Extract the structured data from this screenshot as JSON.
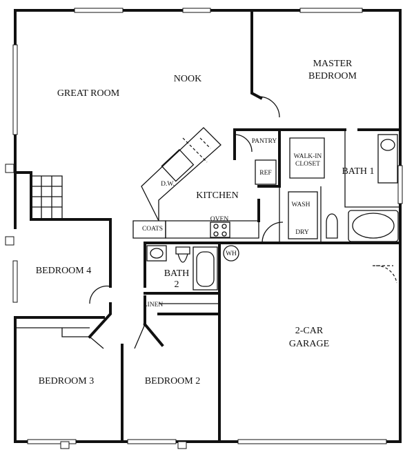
{
  "rooms": {
    "great_room": "GREAT ROOM",
    "nook": "NOOK",
    "master_line1": "MASTER",
    "master_line2": "BEDROOM",
    "pantry": "PANTRY",
    "walkin_line1": "WALK-IN",
    "walkin_line2": "CLOSET",
    "ref": "REF",
    "bath1": "BATH 1",
    "dw": "D.W.",
    "kitchen": "KITCHEN",
    "wash": "WASH",
    "dry": "DRY",
    "oven": "OVEN",
    "coats": "COATS",
    "bedroom4": "BEDROOM 4",
    "bath2_line1": "BATH",
    "bath2_line2": "2",
    "wh": "WH",
    "linen": "LINEN",
    "garage_line1": "2-CAR",
    "garage_line2": "GARAGE",
    "bedroom3": "BEDROOM 3",
    "bedroom2": "BEDROOM 2"
  }
}
